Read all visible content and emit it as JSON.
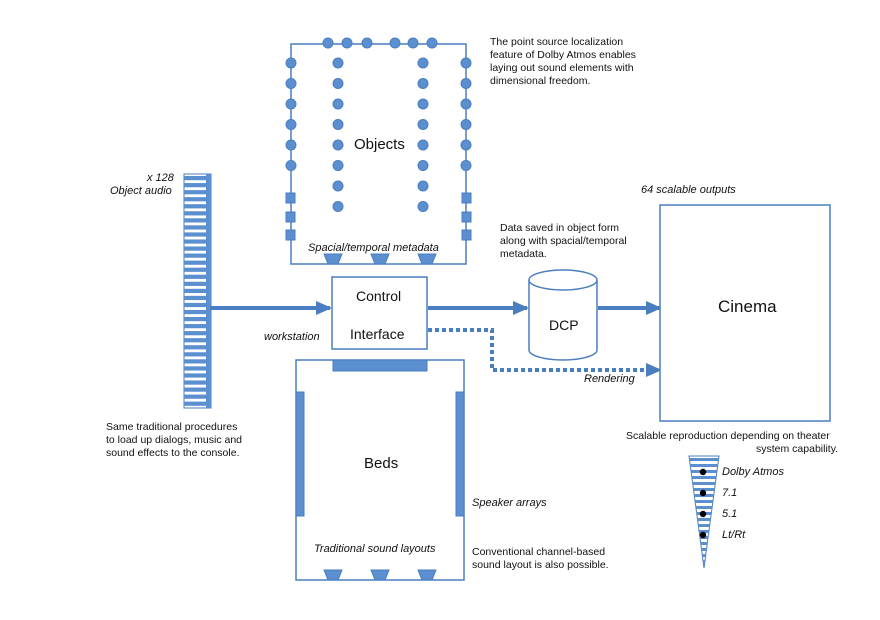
{
  "colors": {
    "stroke": "#4a7ec0",
    "fill": "#5b8fd0",
    "stripe": "#ffffff"
  },
  "object_audio": {
    "count": "x 128",
    "label": "Object audio",
    "note": [
      "Same traditional procedures",
      "to load up dialogs, music and",
      "sound effects to the console."
    ]
  },
  "objects": {
    "title": "Objects",
    "metadata": "Spacial/temporal metadata",
    "note": [
      "The point source localization",
      "feature of Dolby Atmos enables",
      "laying out sound elements with",
      "dimensional freedom."
    ]
  },
  "control": {
    "line1": "Control",
    "line2": "Interface",
    "workstation": "workstation"
  },
  "dcp": {
    "label": "DCP",
    "note": [
      "Data saved in object form",
      "along with spacial/temporal",
      "metadata."
    ]
  },
  "cinema": {
    "label": "Cinema",
    "outputs": "64 scalable outputs",
    "note": [
      "Scalable reproduction depending on theater",
      "system capability."
    ]
  },
  "rendering": "Rendering",
  "beds": {
    "title": "Beds",
    "layouts": "Traditional sound layouts",
    "speaker_arrays": "Speaker arrays",
    "note": [
      "Conventional  channel-based",
      "sound layout is also possible."
    ]
  },
  "formats": [
    "Dolby Atmos",
    "7.1",
    "5.1",
    "Lt/Rt"
  ]
}
